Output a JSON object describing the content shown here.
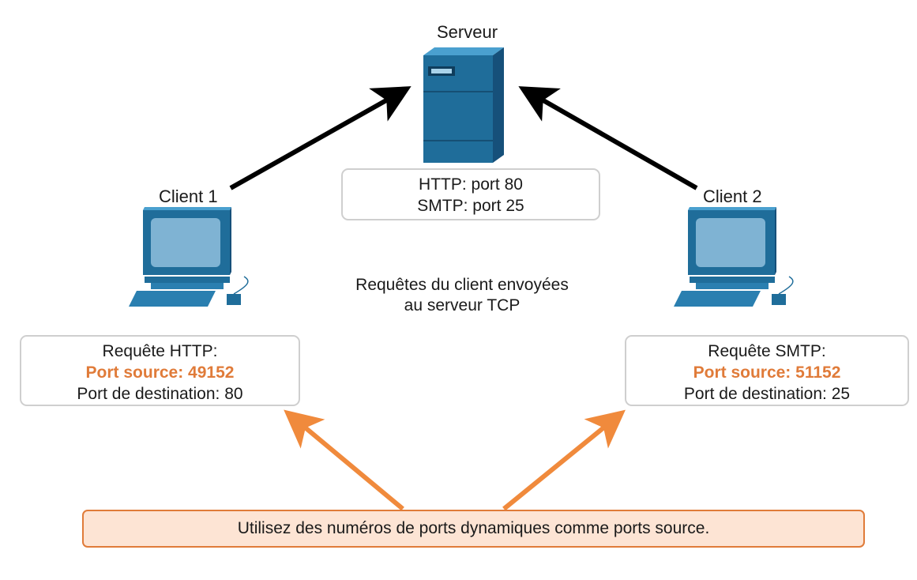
{
  "server": {
    "label": "Serveur",
    "ports": [
      "HTTP: port 80",
      "SMTP: port 25"
    ]
  },
  "client1": {
    "label": "Client 1",
    "request": "Requête HTTP:",
    "source_port": "Port source: 49152",
    "dest_port": "Port de destination: 80"
  },
  "client2": {
    "label": "Client 2",
    "request": "Requête SMTP:",
    "source_port": "Port source: 51152",
    "dest_port": "Port de destination: 25"
  },
  "caption": [
    "Requêtes du client envoyées",
    "au serveur TCP"
  ],
  "note": "Utilisez des numéros de ports dynamiques comme ports source.",
  "colors": {
    "device_blue": "#1f6d9a",
    "accent_orange": "#e07b39",
    "note_fill": "#fde4d4",
    "box_border": "#cfcfcf"
  },
  "icons": [
    "server-icon",
    "computer-icon",
    "computer-icon"
  ]
}
